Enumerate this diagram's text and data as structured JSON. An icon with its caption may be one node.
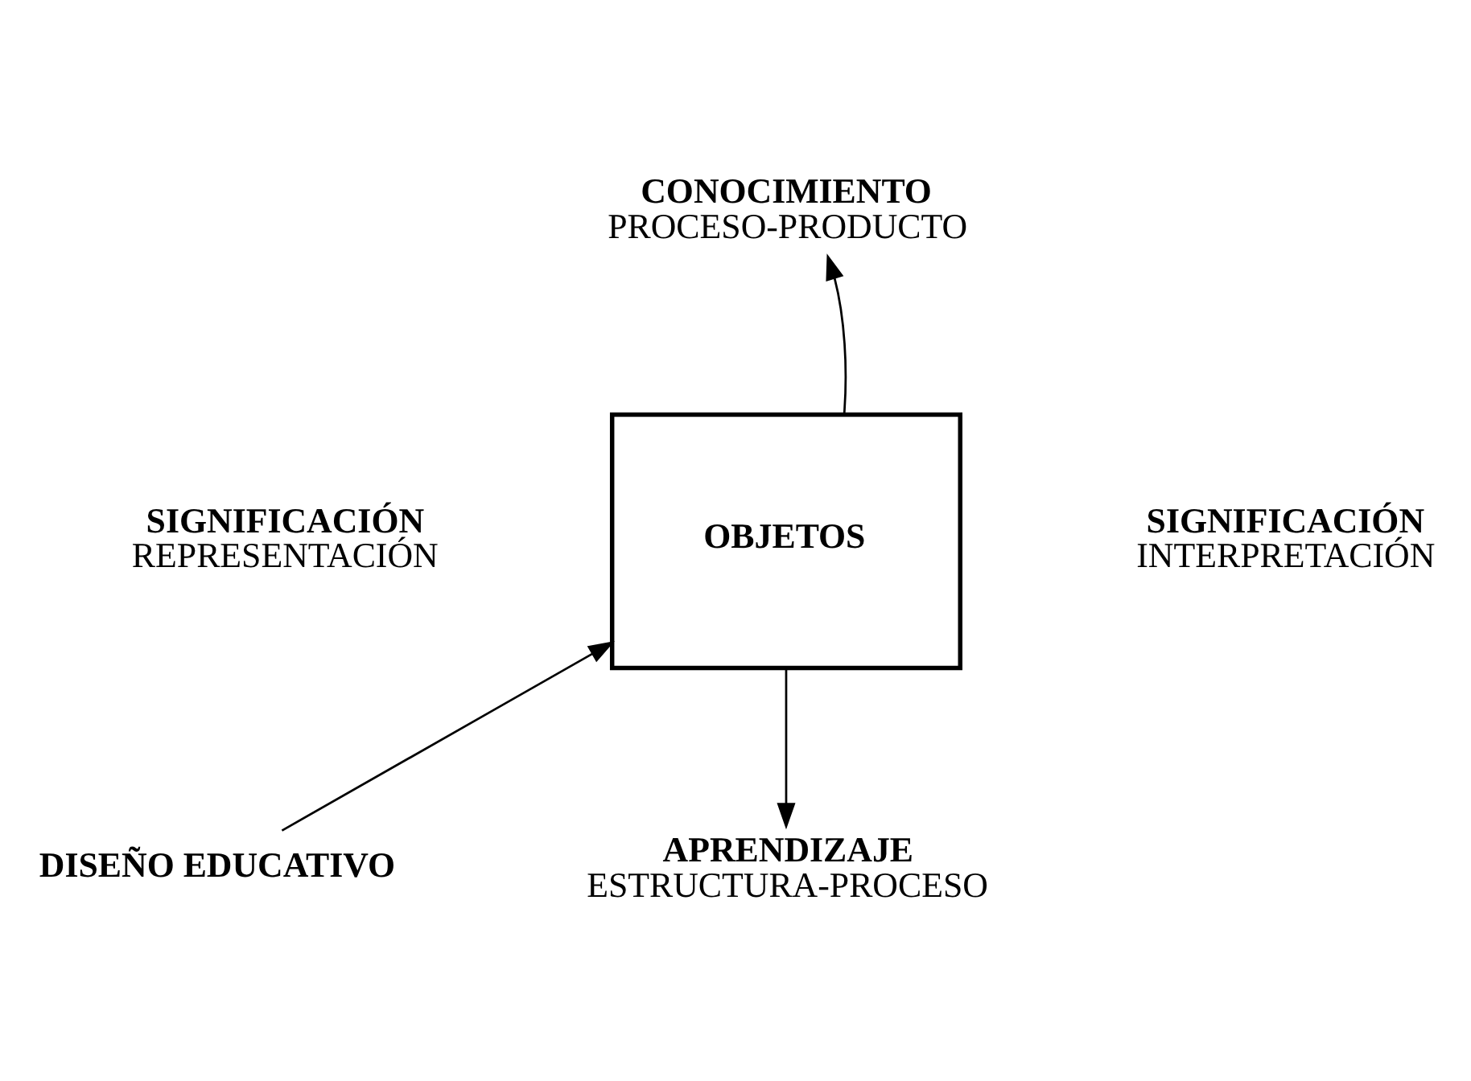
{
  "diagram": {
    "nodes": [
      {
        "text": [
          "CONOCIMIENTO",
          "PROCESO-PRODUCTO"
        ]
      },
      {
        "text": [
          "SIGNIFICACIÓN",
          "REPRESENTACIÓN"
        ]
      },
      {
        "text": [
          "OBJETOS"
        ]
      },
      {
        "text": [
          "SIGNIFICACIÓN",
          "INTERPRETACIÓN"
        ]
      },
      {
        "text": [
          "DISEÑO EDUCATIVO"
        ]
      },
      {
        "text": [
          "APRENDIZAJE",
          "ESTRUCTURA-PROCESO"
        ]
      }
    ],
    "edges": [
      {
        "from": 2,
        "to": 0,
        "arrow": "to"
      },
      {
        "from": 2,
        "to": 5,
        "arrow": "to"
      },
      {
        "from": 4,
        "to": 2,
        "arrow": "to"
      }
    ]
  }
}
